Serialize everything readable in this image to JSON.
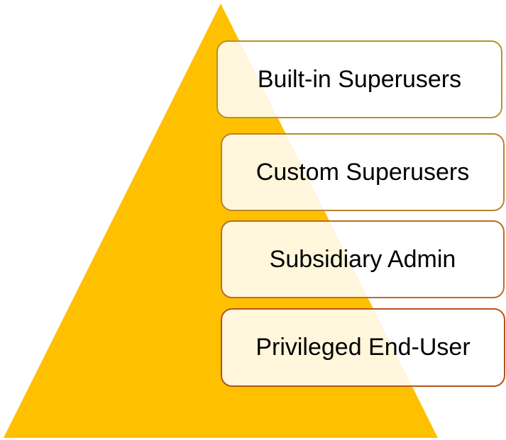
{
  "triangle_color": "#FFC000",
  "levels": [
    {
      "label": "Built-in Superusers",
      "border": "#B8912F"
    },
    {
      "label": "Custom Superusers",
      "border": "#B8862B"
    },
    {
      "label": "Subsidiary Admin",
      "border": "#B86E25"
    },
    {
      "label": "Privileged End-User",
      "border": "#B5531D"
    }
  ]
}
